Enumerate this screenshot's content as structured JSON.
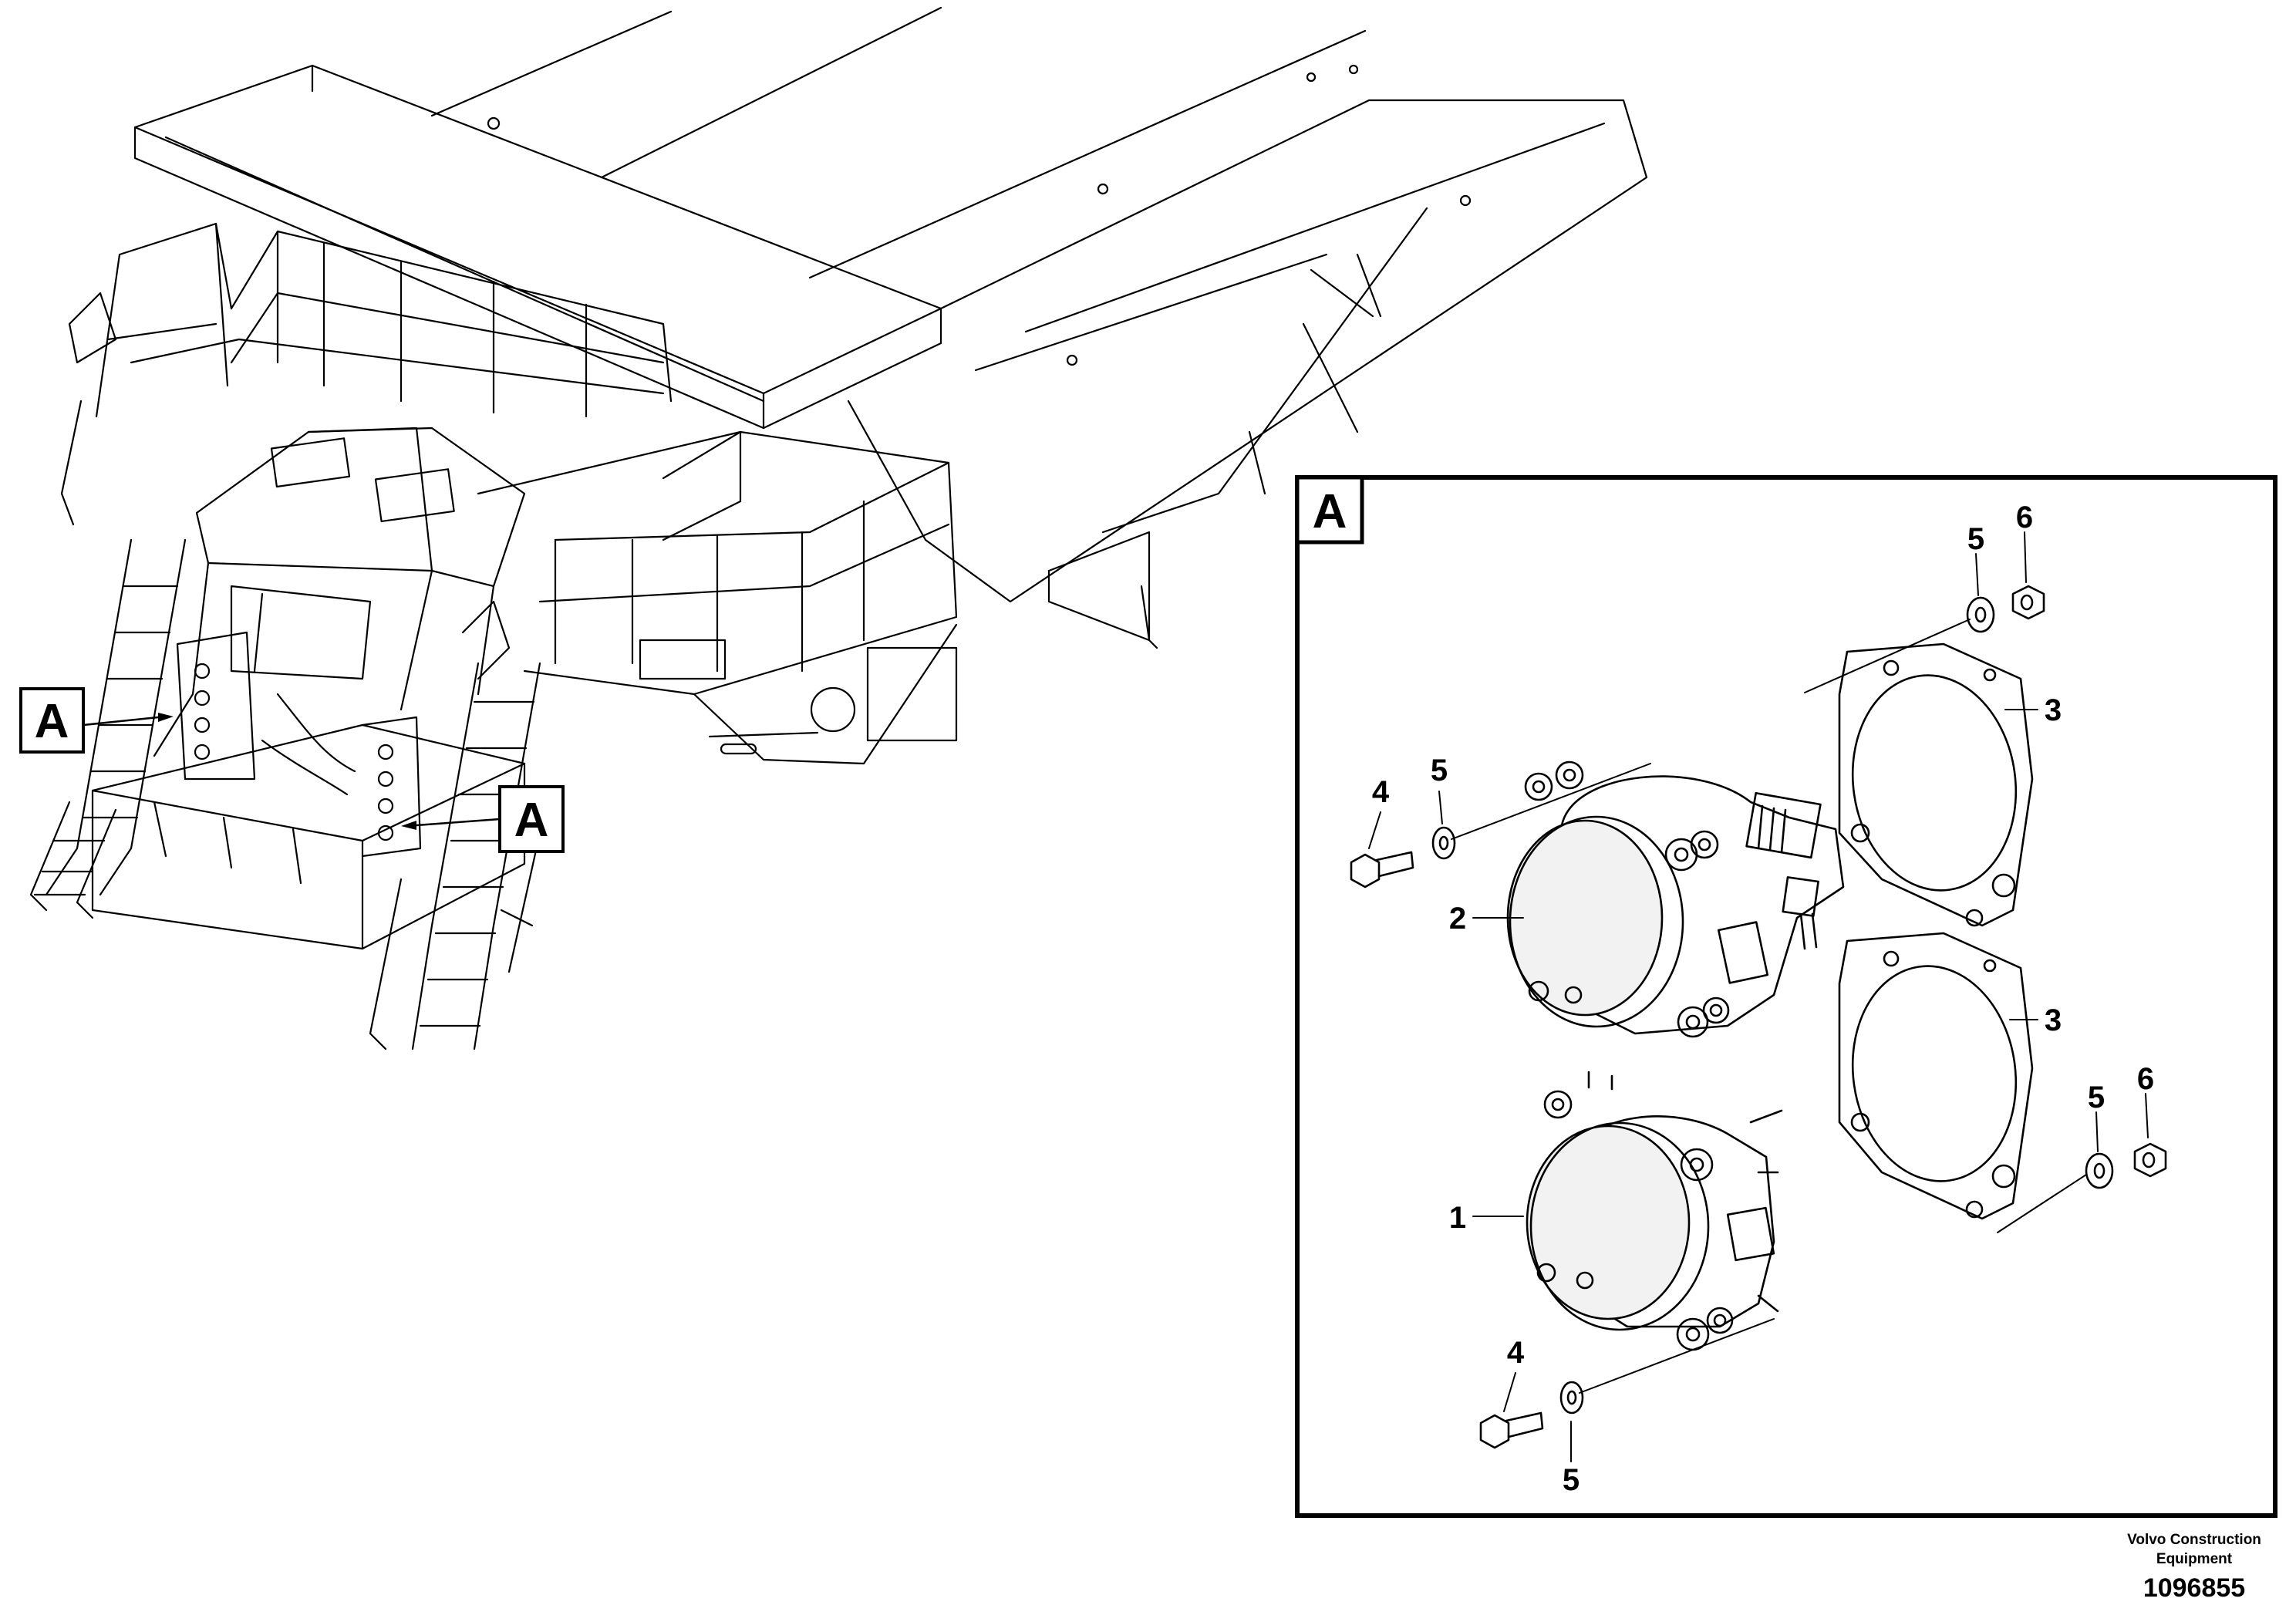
{
  "view_label": "A",
  "callouts": {
    "n1": "1",
    "n2": "2",
    "n3": "3",
    "n4": "4",
    "n5": "5",
    "n6": "6"
  },
  "footer": {
    "brand_line1": "Volvo Construction",
    "brand_line2": "Equipment",
    "doc_number": "1096855"
  },
  "colors": {
    "ink": "#000000",
    "paper": "#ffffff",
    "lens": "#f2f2f2"
  }
}
